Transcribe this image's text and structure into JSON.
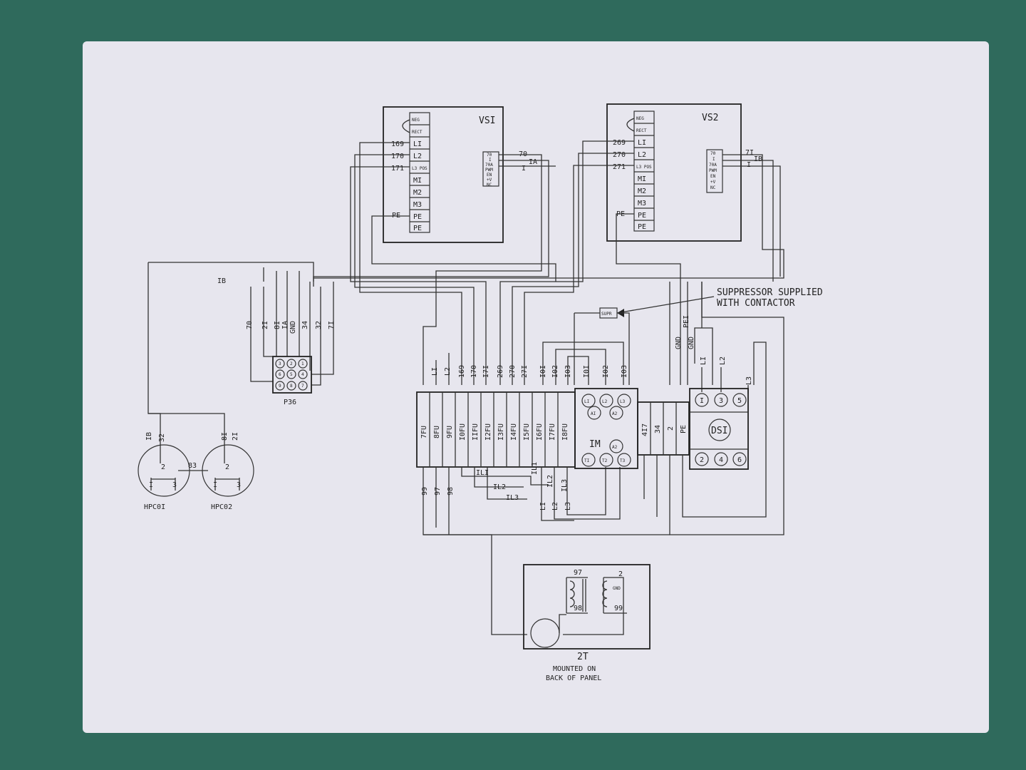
{
  "vs1": {
    "title": "VSI",
    "terminals": [
      "NEG",
      "RECT",
      "LI",
      "L2",
      "L3 POS",
      "MI",
      "M2",
      "M3",
      "PE",
      "PE"
    ],
    "wires": [
      "169",
      "170",
      "171",
      "PE"
    ],
    "io_terminals": [
      "70",
      "I",
      "70A",
      "PWM",
      "EN",
      "+V",
      "NC"
    ],
    "io_wires": [
      "70",
      "IA",
      "I"
    ]
  },
  "vs2": {
    "title": "VS2",
    "terminals": [
      "NEG",
      "RECT",
      "LI",
      "L2",
      "L3 POS",
      "MI",
      "M2",
      "M3",
      "PE",
      "PE"
    ],
    "wires": [
      "269",
      "270",
      "271",
      "PE"
    ],
    "io_terminals": [
      "70",
      "I",
      "70A",
      "PWM",
      "EN",
      "+V",
      "NC"
    ],
    "io_wires": [
      "7I",
      "IB",
      "I"
    ]
  },
  "suppressor_note": [
    "SUPPRESSOR SUPPLIED",
    "WITH CONTACTOR"
  ],
  "suppressor_label": "SUPR",
  "wire18_label": "IB",
  "p36": {
    "label": "P36",
    "pins": [
      "3",
      "2",
      "1",
      "6",
      "5",
      "4",
      "9",
      "8",
      "7"
    ],
    "wires": [
      "70",
      "2I",
      "8I",
      "IA",
      "GND",
      "34",
      "32",
      "7I"
    ]
  },
  "fuse_wires": [
    "LI",
    "L2",
    "169",
    "170",
    "I7I",
    "269",
    "270",
    "27I",
    "I0I",
    "I02",
    "I03"
  ],
  "fuses": [
    "7FU",
    "8FU",
    "9FU",
    "I0FU",
    "IIFU",
    "I2FU",
    "I3FU",
    "I4FU",
    "I5FU",
    "I6FU",
    "I7FU",
    "I8FU"
  ],
  "fuse_bottom": [
    "99",
    "97",
    "98"
  ],
  "bus_labels": [
    "ILI",
    "IL2",
    "IL3",
    "IL1",
    "IL2",
    "IL3"
  ],
  "bus_wires": [
    "LI",
    "L2",
    "L3"
  ],
  "im": {
    "label": "IM",
    "wires": [
      "I0I",
      "I02",
      "I03"
    ],
    "top": [
      "LI",
      "L2",
      "L3"
    ],
    "aux": [
      "AI",
      "A2"
    ],
    "coil": "A2",
    "bottom": [
      "TI",
      "T2",
      "T3"
    ]
  },
  "terminal_block": [
    "4I7",
    "34",
    "2",
    "PE"
  ],
  "gnd_wires": [
    "GND",
    "PEI",
    "GND"
  ],
  "dsi": {
    "label": "DSI",
    "wires": [
      "LI",
      "L2",
      "L3"
    ],
    "top": [
      "I",
      "3",
      "5"
    ],
    "bottom": [
      "2",
      "4",
      "6"
    ]
  },
  "hpc01": {
    "label": "HPC0I",
    "wires": [
      "IB",
      "32"
    ],
    "pins": [
      "2",
      "I",
      "3"
    ]
  },
  "hpc02": {
    "label": "HPC02",
    "wires": [
      "8I",
      "2I"
    ],
    "pins": [
      "2",
      "I",
      "3"
    ]
  },
  "jumper": "83",
  "transformer": {
    "label": "2T",
    "wires": [
      "97",
      "98",
      "2",
      "GND",
      "99"
    ],
    "note": [
      "MOUNTED ON",
      "BACK OF PANEL"
    ]
  }
}
